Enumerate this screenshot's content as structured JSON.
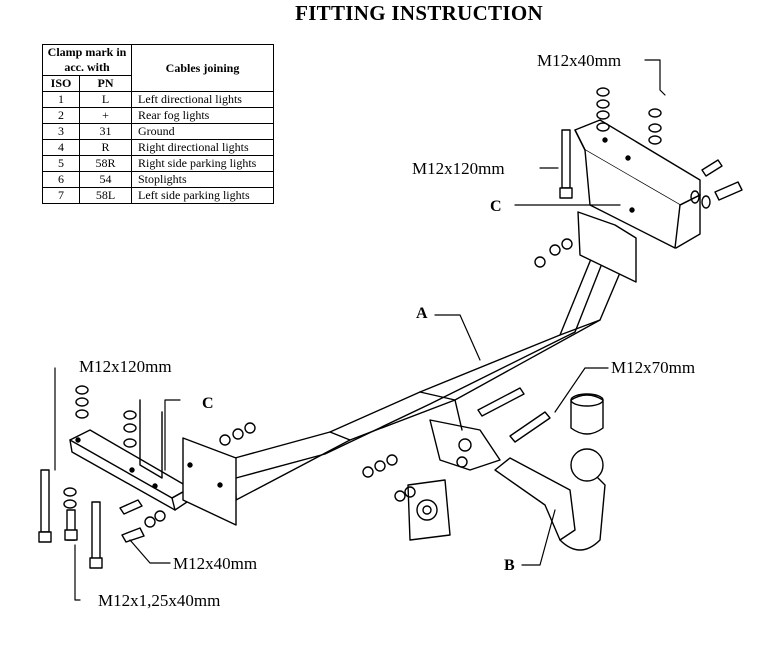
{
  "title": "FITTING INSTRUCTION",
  "table": {
    "header_clamp": "Clamp mark in acc. with",
    "header_iso": "ISO",
    "header_pn": "PN",
    "header_cables": "Cables joining",
    "rows": [
      {
        "iso": "1",
        "pn": "L",
        "cable": "Left directional lights"
      },
      {
        "iso": "2",
        "pn": "+",
        "cable": "Rear fog lights"
      },
      {
        "iso": "3",
        "pn": "31",
        "cable": "Ground"
      },
      {
        "iso": "4",
        "pn": "R",
        "cable": "Right directional lights"
      },
      {
        "iso": "5",
        "pn": "58R",
        "cable": "Right side parking lights"
      },
      {
        "iso": "6",
        "pn": "54",
        "cable": "Stoplights"
      },
      {
        "iso": "7",
        "pn": "58L",
        "cable": "Left side parking lights"
      }
    ]
  },
  "labels": {
    "bolt_top_right": "M12x40mm",
    "bolt_top_left": "M12x120mm",
    "bracket_right": "C",
    "crossbar": "A",
    "bolt_left_long": "M12x120mm",
    "bracket_left": "C",
    "bolt_ball": "M12x70mm",
    "bolt_left_short": "M12x40mm",
    "bolt_left_fine": "M12x1,25x40mm",
    "towball": "B"
  }
}
